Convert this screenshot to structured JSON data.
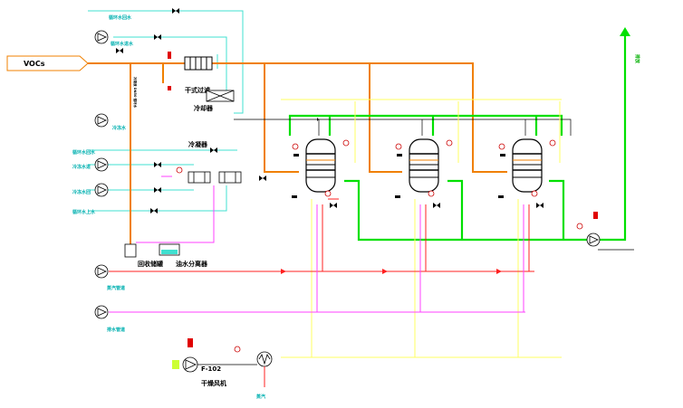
{
  "diagram": {
    "labels": {
      "voc_inlet": "VOCs",
      "cw_return_top": "循环水回水",
      "cw_supply_top": "循环水进水",
      "chilled_water": "冷冻水",
      "dry_filter": "干式过滤",
      "cooler_top": "冷却器",
      "condenser": "冷凝器",
      "cw_return_mid": "循环水回水",
      "chilled_supply": "冷冻水进",
      "chilled_return": "冷冻水回",
      "cw_supply_mid": "循环水上水",
      "recovery_tank": "回收储罐",
      "oil_water_separator": "油水分离器",
      "steam_line": "蒸汽管道",
      "drain_line": "排水管道",
      "fan_tag": "F-102",
      "dry_fan": "干燥风机",
      "steam": "蒸汽",
      "exhaust": "排放",
      "vertical_pipe": "冷凝液 DN50 循环水"
    },
    "colors": {
      "voc_gas": "#f08000",
      "cooling_water": "#40e0d0",
      "process_gas": "#00e000",
      "steam": "#ff2020",
      "condensate": "#ff40ff",
      "hot_air": "#ffff60",
      "outline": "#000000"
    }
  }
}
